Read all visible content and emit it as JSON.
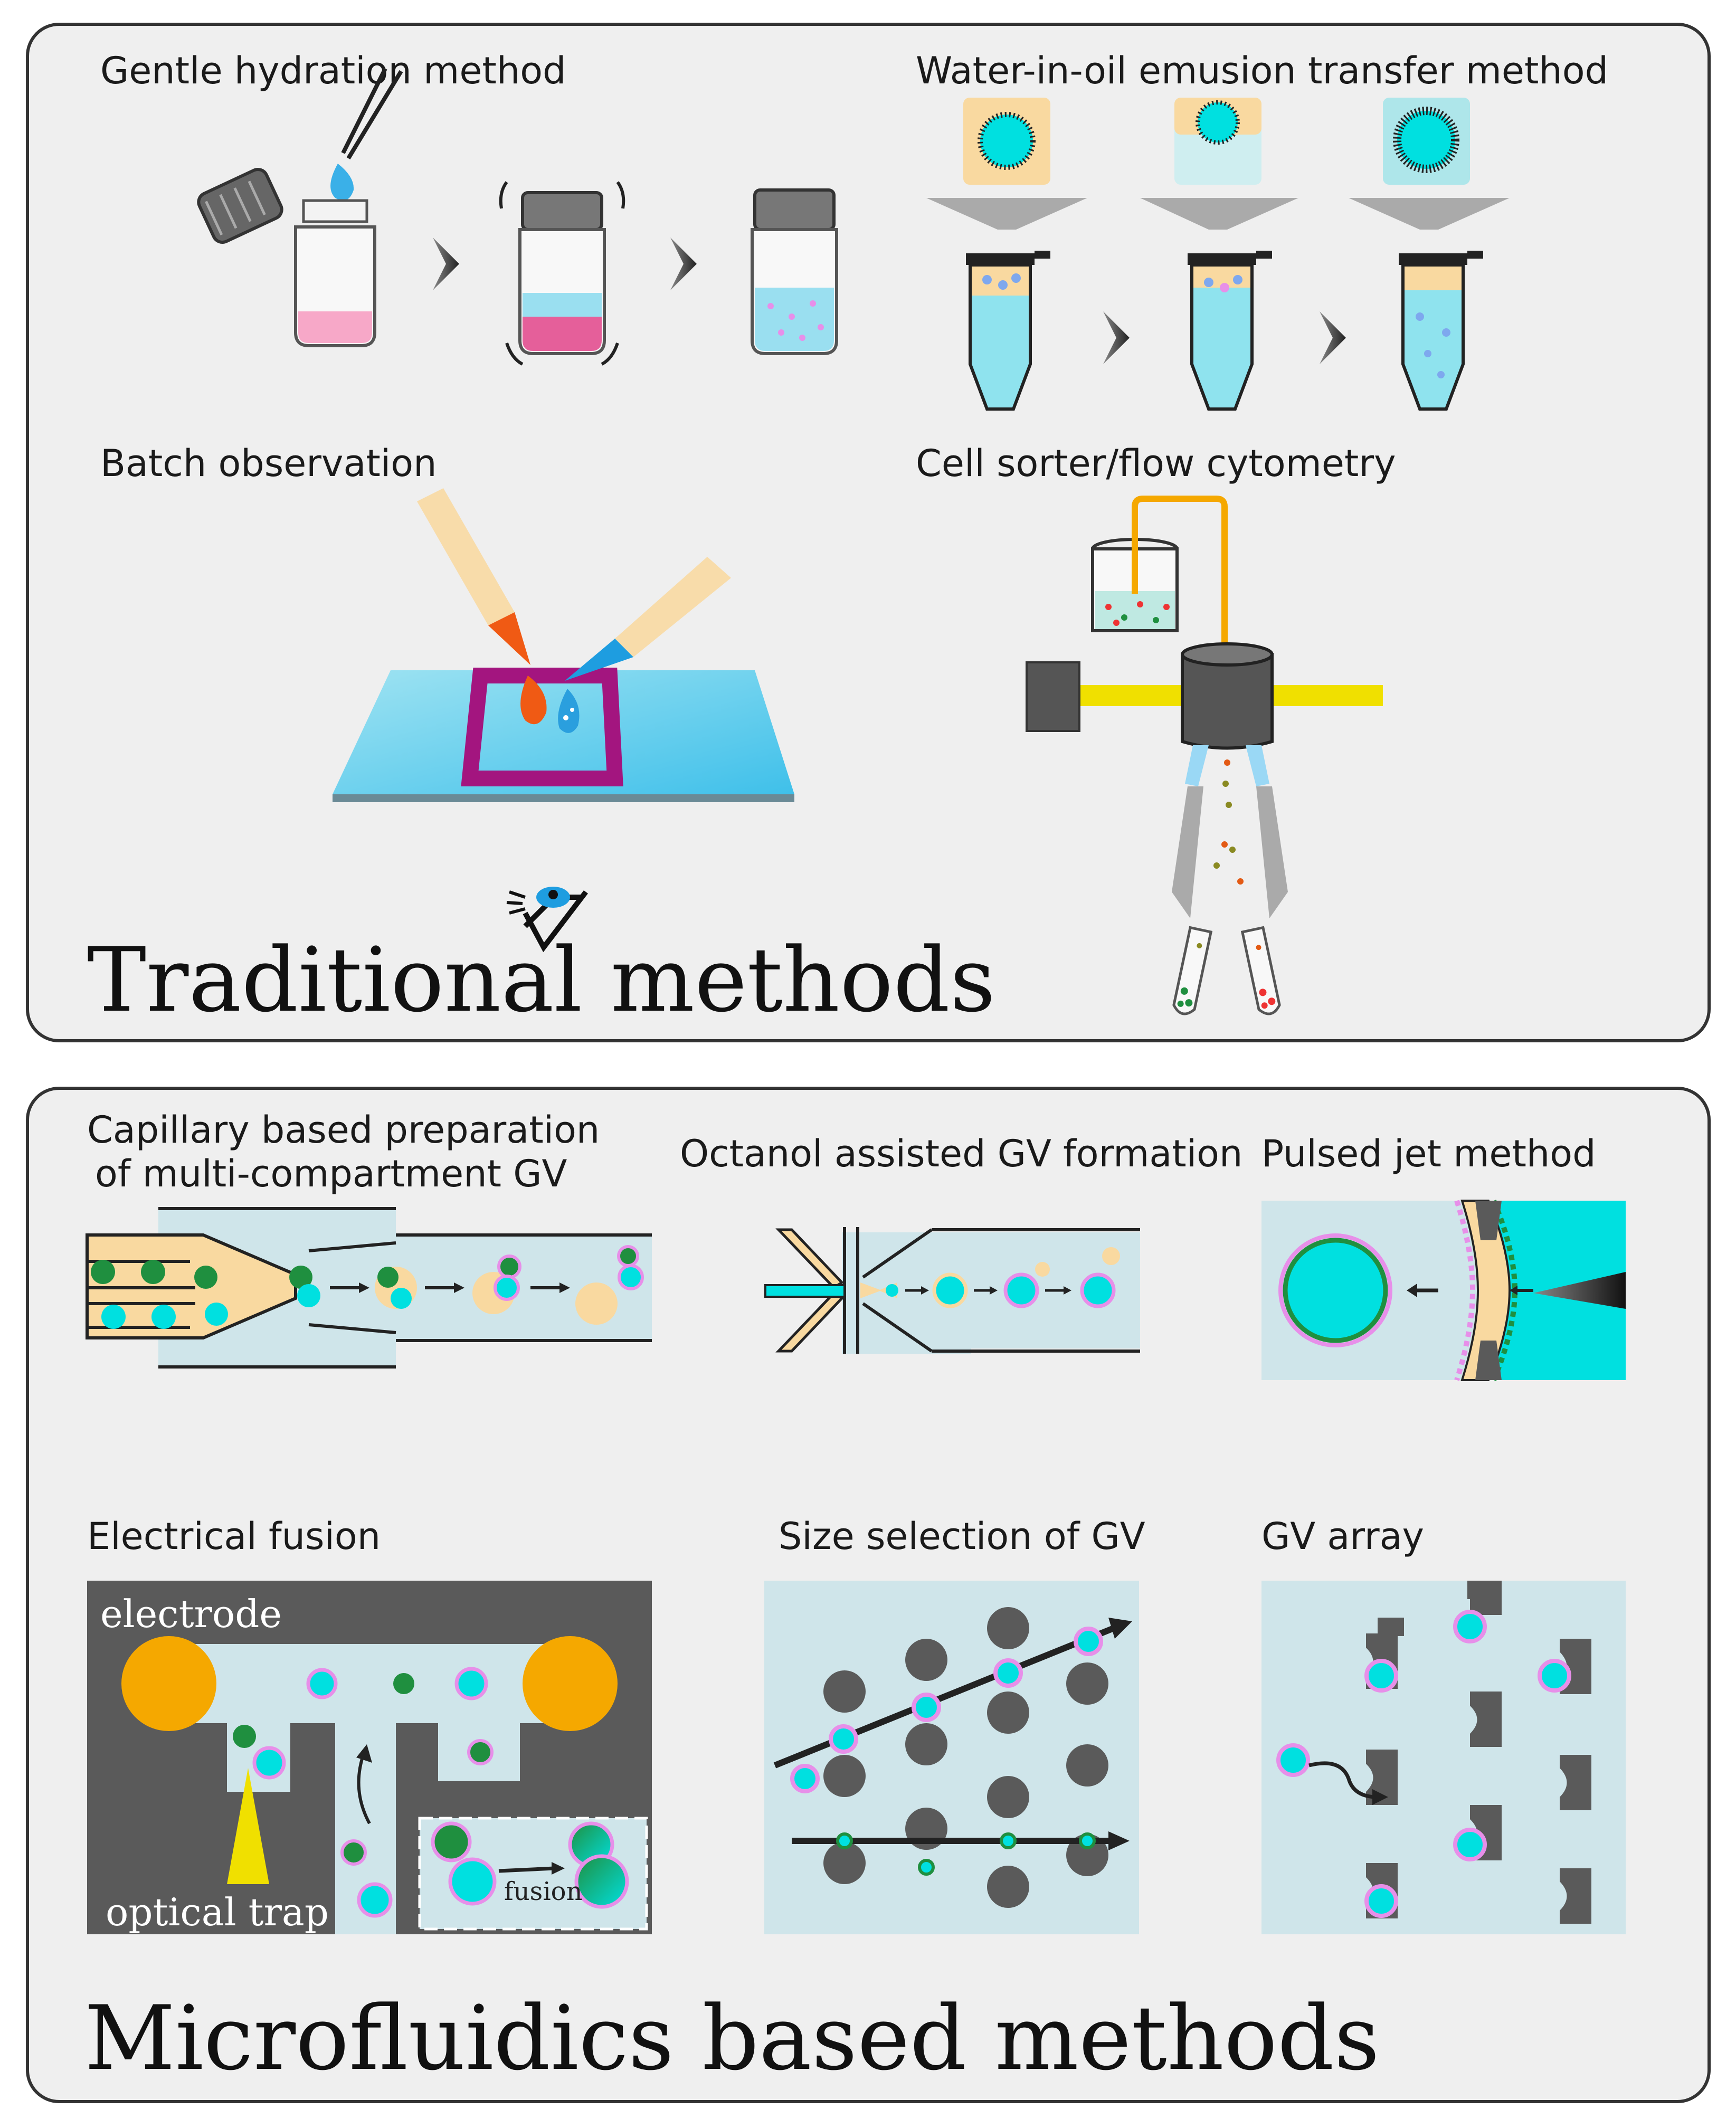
{
  "traditional": {
    "title": "Traditional methods",
    "gentle_hydration": "Gentle hydration method",
    "water_in_oil": "Water-in-oil emusion transfer method",
    "batch_observation": "Batch observation",
    "cell_sorter": "Cell sorter/flow cytometry"
  },
  "microfluidics": {
    "title": "Microfluidics based methods",
    "capillary_line1": "Capillary based preparation",
    "capillary_line2": "of multi-compartment GV",
    "octanol": "Octanol assisted GV formation",
    "pulsed_jet": "Pulsed jet method",
    "electrical_fusion": "Electrical fusion",
    "electrode": "electrode",
    "optical_trap": "optical trap",
    "fusion": "fusion",
    "size_selection": "Size selection of GV",
    "gv_array": "GV array"
  },
  "colors": {
    "panel_bg": "#efefef",
    "panel_border": "#333333",
    "cyan": "#00e0e0",
    "pale_blue": "#cfe5ea",
    "membrane_pink": "#e78fe9",
    "dark_green": "#1f8f3f",
    "yellow_cream": "#f9d9a0",
    "orange": "#f5a800",
    "dark_gray": "#5a5a5a"
  }
}
